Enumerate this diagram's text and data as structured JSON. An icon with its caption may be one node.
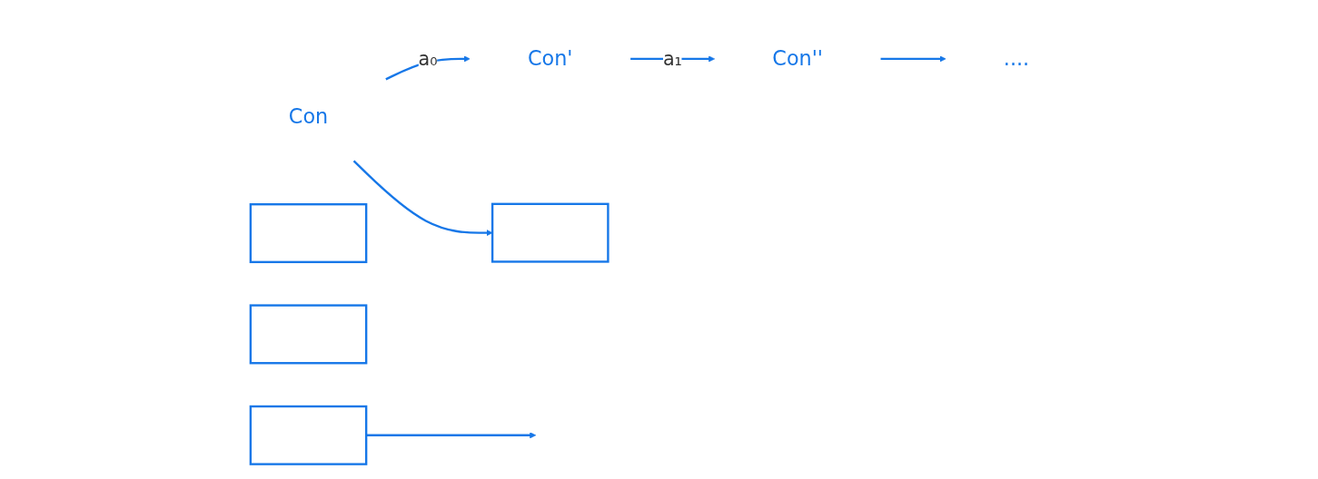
{
  "diagram": {
    "nodes": [
      {
        "text": [
          "Con"
        ]
      },
      {
        "text": [
          "Con'"
        ]
      },
      {
        "text": [
          "Con''"
        ]
      },
      {
        "text": [
          "...."
        ]
      },
      {
        "text": [],
        "shape": "box"
      },
      {
        "text": [],
        "shape": "box"
      },
      {
        "text": [],
        "shape": "box"
      },
      {
        "text": [],
        "shape": "box"
      }
    ],
    "edges": [
      {
        "from": 0,
        "to": 1,
        "label": "a₀",
        "arrow": "to"
      },
      {
        "from": 1,
        "to": 2,
        "label": "a₁",
        "arrow": "to"
      },
      {
        "from": 2,
        "to": 3,
        "arrow": "to"
      },
      {
        "from": 0,
        "to": 4,
        "arrow": "to"
      },
      {
        "from": 7,
        "to": null,
        "arrow": "to"
      }
    ]
  }
}
